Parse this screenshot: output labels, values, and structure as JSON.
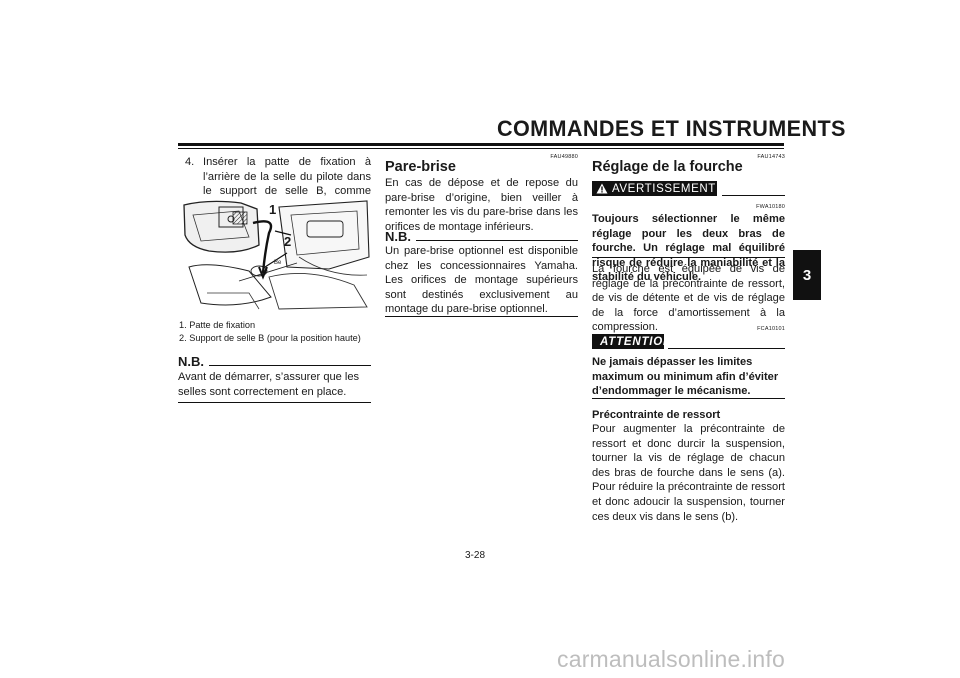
{
  "header": {
    "title": "COMMANDES ET INSTRUMENTS"
  },
  "tab": {
    "label": "3"
  },
  "left_column": {
    "step": {
      "number": "4.",
      "text": "Insérer la patte de fixation à l’arrière de la selle du pilote dans le support de selle B, comme illustré."
    },
    "figure": {
      "callout_1": "1",
      "callout_2": "2"
    },
    "captions": [
      "1. Patte de fixation",
      "2. Support de selle B (pour la position haute)"
    ],
    "nb": {
      "label": "N.B.",
      "text": "Avant de démarrer, s’assurer que les selles sont correctement en place."
    }
  },
  "middle_column": {
    "code": "FAU49880",
    "heading": "Pare-brise",
    "paragraph": "En cas de dépose et de repose du pare-brise d’origine, bien veiller à remonter les vis du pare-brise dans les orifices de montage inférieurs.",
    "nb": {
      "label": "N.B.",
      "text": "Un pare-brise optionnel est disponible chez les concessionnaires Yamaha. Les orifices de montage supérieurs sont destinés exclusivement au montage du pare-brise optionnel."
    }
  },
  "right_column": {
    "code": "FAU14743",
    "heading": "Réglage de la fourche",
    "warning": {
      "code": "FWA10180",
      "label": "AVERTISSEMENT",
      "text": "Toujours sélectionner le même réglage pour les deux bras de fourche. Un réglage mal équilibré risque de réduire la maniabilité et la stabilité du véhicule."
    },
    "paragraph": "La fourche est équipée de vis de réglage de la précontrainte de ressort, de vis de détente et de vis de réglage de la force d’amortissement à la compression.",
    "attention": {
      "code": "FCA10101",
      "label": "ATTENTION",
      "text": "Ne jamais dépasser les limites maximum ou minimum afin d’éviter d’endommager le mécanisme."
    },
    "subheading": "Précontrainte de ressort",
    "paragraph2": "Pour augmenter la précontrainte de ressort et donc durcir la suspension, tourner la vis de réglage de chacun des bras de fourche dans le sens (a). Pour réduire la précontrainte de ressort et donc adoucir la suspension, tourner ces deux vis dans le sens (b)."
  },
  "footer": {
    "page_number": "3-28"
  },
  "watermark": {
    "text": "carmanualsonline.info"
  },
  "colors": {
    "ink": "#1a1a1a",
    "watermark": "#bdbdbd"
  }
}
